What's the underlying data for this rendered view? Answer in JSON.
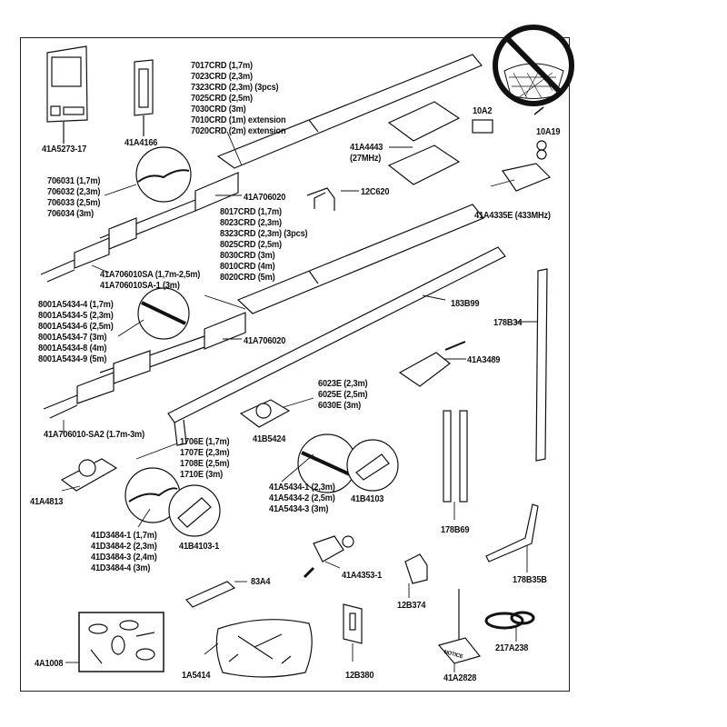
{
  "title": "Garage door opener replacement parts diagram",
  "warning_icon": "no-disposal-basket-icon",
  "parts": {
    "wall_console": "41A5273-17",
    "push_button": "41A4166",
    "chain_rail_group": [
      "7017CRD (1,7m)",
      "7023CRD (2,3m)",
      "7323CRD (2,3m) (3pcs)",
      "7025CRD (2,5m)",
      "7030CRD (3m)",
      "7010CRD (1m) extension",
      "7020CRD (2m) extension"
    ],
    "chain_group": [
      "706031 (1,7m)",
      "706032 (2,3m)",
      "706033 (2,5m)",
      "706034 (3m)"
    ],
    "trolley_1": "41A706020",
    "belt_rail_group": [
      "8017CRD (1,7m)",
      "8023CRD (2,3m)",
      "8323CRD (2,3m) (3pcs)",
      "8025CRD (2,5m)",
      "8030CRD (3m)",
      "8010CRD (4m)",
      "8020CRD (5m)"
    ],
    "front_bracket_1": [
      "41A706010SA (1,7m-2,5m)",
      "41A706010SA-1 (3m)"
    ],
    "belt_group": [
      "8001A5434-4 (1,7m)",
      "8001A5434-5 (2,3m)",
      "8001A5434-6 (2,5m)",
      "8001A5434-7 (3m)",
      "8001A5434-8 (4m)",
      "8001A5434-9 (5m)"
    ],
    "trolley_2": "41A706020",
    "front_bracket_2": "41A706010-SA2 (1.7m-3m)",
    "t_rail": "183B99",
    "door_bracket_strap": "178B34",
    "clip": "12C620",
    "remote_27": [
      "41A4443",
      "(27MHz)"
    ],
    "battery_remote_27": "10A2",
    "battery_remote_433": "10A19",
    "remote_433": "41A4335E (433MHz)",
    "trolley_3": "41A3489",
    "t_rail_group": [
      "6023E (2,3m)",
      "6025E (2,5m)",
      "6030E (3m)"
    ],
    "sprocket_cover": "41B5424",
    "rail_group_e": [
      "1706E (1,7m)",
      "1707E (2,3m)",
      "1708E (2,5m)",
      "1710E (3m)"
    ],
    "header_bracket": "41A4813",
    "belt_e_group": [
      "41A5434-1 (2,3m)",
      "41A5434-2 (2,5m)",
      "41A5434-3 (3m)"
    ],
    "spring": "41B4103",
    "chain_e_group": [
      "41D3484-1 (1,7m)",
      "41D3484-2 (2,3m)",
      "41D3484-3 (2,4m)",
      "41D3484-4 (3m)"
    ],
    "spring_1": "41B4103-1",
    "hanging_brackets": "178B69",
    "curved_arm": "178B35B",
    "grease": "83A4",
    "door_bracket": "41A4353-1",
    "bracket_12b374": "12B374",
    "master_links": "4A1008",
    "hardware_bag": "1A5414",
    "safety_bracket": "12B380",
    "notice_tag": "41A2828",
    "notice_text": "NOTICE",
    "wire": "217A238"
  }
}
